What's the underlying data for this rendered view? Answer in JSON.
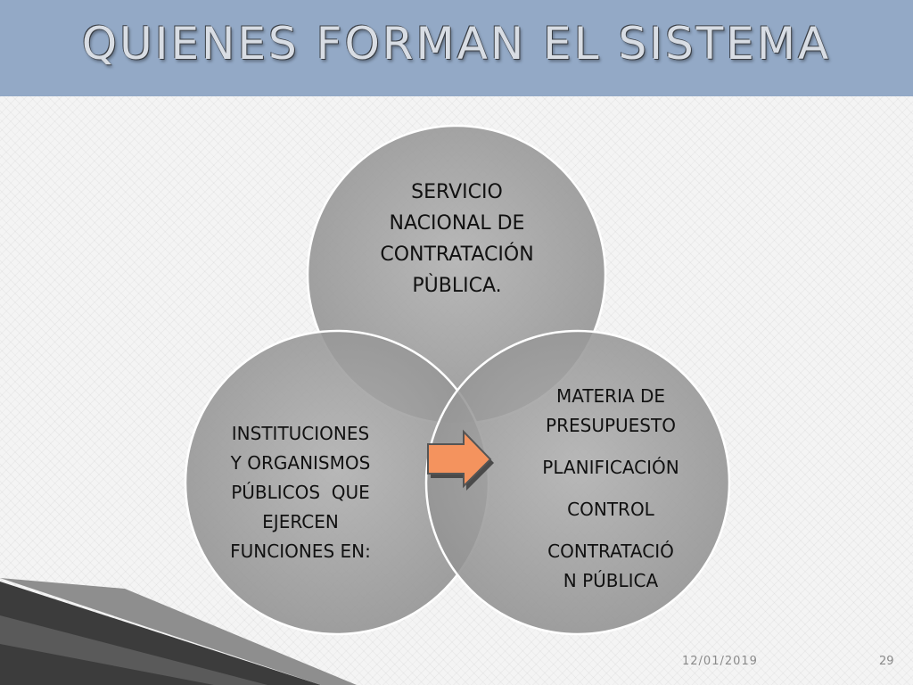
{
  "slide": {
    "title": "QUIENES FORMAN EL SISTEMA",
    "date": "12/01/2019",
    "page_number": "29"
  },
  "diagram": {
    "top_circle": [
      "SERVICIO",
      "NACIONAL DE",
      "CONTRATACIÓN",
      "PÙBLICA."
    ],
    "left_circle": [
      "INSTITUCIONES",
      "Y ORGANISMOS",
      "PÚBLICOS  QUE",
      "EJERCEN",
      "FUNCIONES EN:"
    ],
    "right_circle": {
      "group1": [
        "MATERIA DE",
        "PRESUPUESTO"
      ],
      "item2": "PLANIFICACIÓN",
      "item3": "CONTROL",
      "group4": [
        "CONTRATACIÓ",
        "N PÚBLICA"
      ]
    }
  },
  "colors": {
    "title_bar": "#93a9c6",
    "arrow_fill": "#f4935e",
    "circle_fill": "#a3a3a3"
  }
}
